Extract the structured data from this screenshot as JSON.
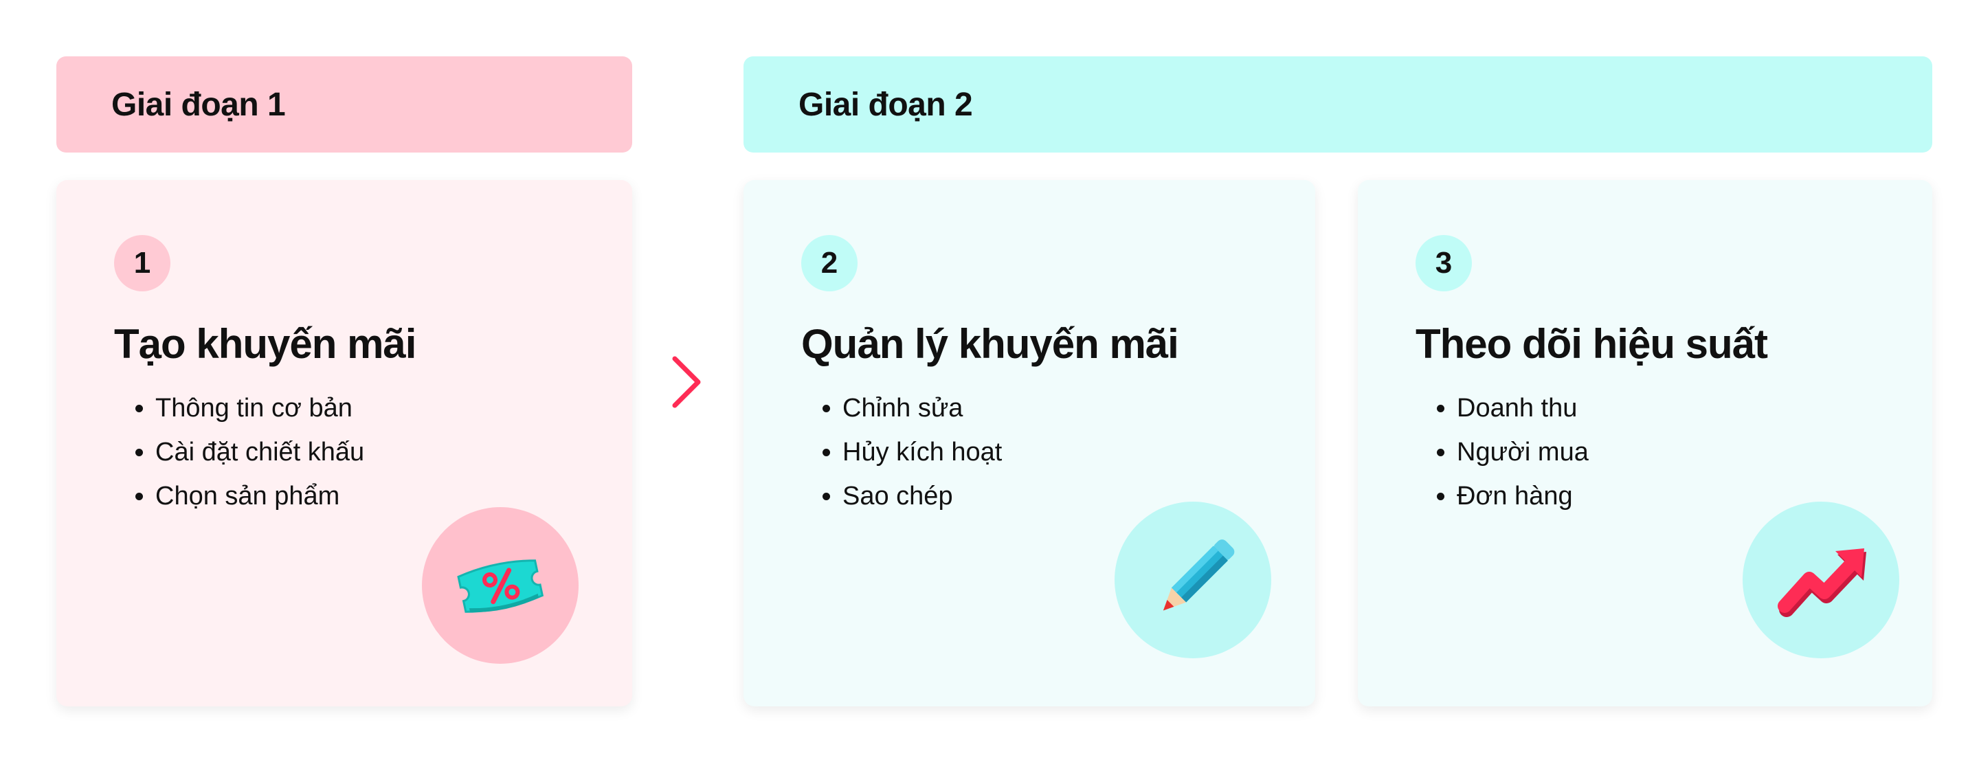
{
  "stages": [
    {
      "label": "Giai đoạn 1"
    },
    {
      "label": "Giai đoạn 2"
    }
  ],
  "steps": [
    {
      "number": "1",
      "title": "Tạo khuyến mãi",
      "items": [
        "Thông tin cơ bản",
        "Cài đặt chiết khấu",
        "Chọn sản phẩm"
      ],
      "icon": "discount-ticket-icon",
      "card_color": "#fff1f3",
      "accent_color": "#ffcad4"
    },
    {
      "number": "2",
      "title": "Quản lý khuyến mãi",
      "items": [
        "Chỉnh sửa",
        "Hủy kích hoạt",
        "Sao chép"
      ],
      "icon": "pencil-icon",
      "card_color": "#f1fcfc",
      "accent_color": "#c0fcf7"
    },
    {
      "number": "3",
      "title": "Theo dõi hiệu suất",
      "items": [
        "Doanh thu",
        "Người mua",
        "Đơn hàng"
      ],
      "icon": "trend-up-arrow-icon",
      "card_color": "#f1fcfc",
      "accent_color": "#c0fcf7"
    }
  ],
  "flow_arrow": {
    "icon": "chevron-right-icon",
    "color": "#fe2c55"
  }
}
